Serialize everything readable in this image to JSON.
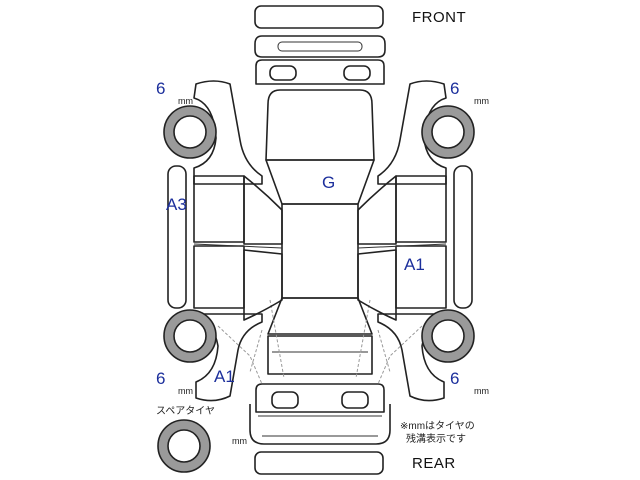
{
  "labels": {
    "front": "FRONT",
    "rear": "REAR",
    "spare_tire": "スペアタイヤ",
    "note_line1": "※mmはタイヤの",
    "note_line2": "残溝表示です"
  },
  "tread_depth": {
    "unit": "mm",
    "front_left": "6",
    "front_right": "6",
    "rear_left": "6",
    "rear_right": "6"
  },
  "damage_codes": {
    "roof": "G",
    "left_front_door": "A3",
    "right_rear_door": "A1",
    "left_rear_bottom": "A1"
  },
  "colors": {
    "code_text": "#1c2f9c",
    "tire_fill": "#9a9a9a",
    "outline": "#222222"
  }
}
